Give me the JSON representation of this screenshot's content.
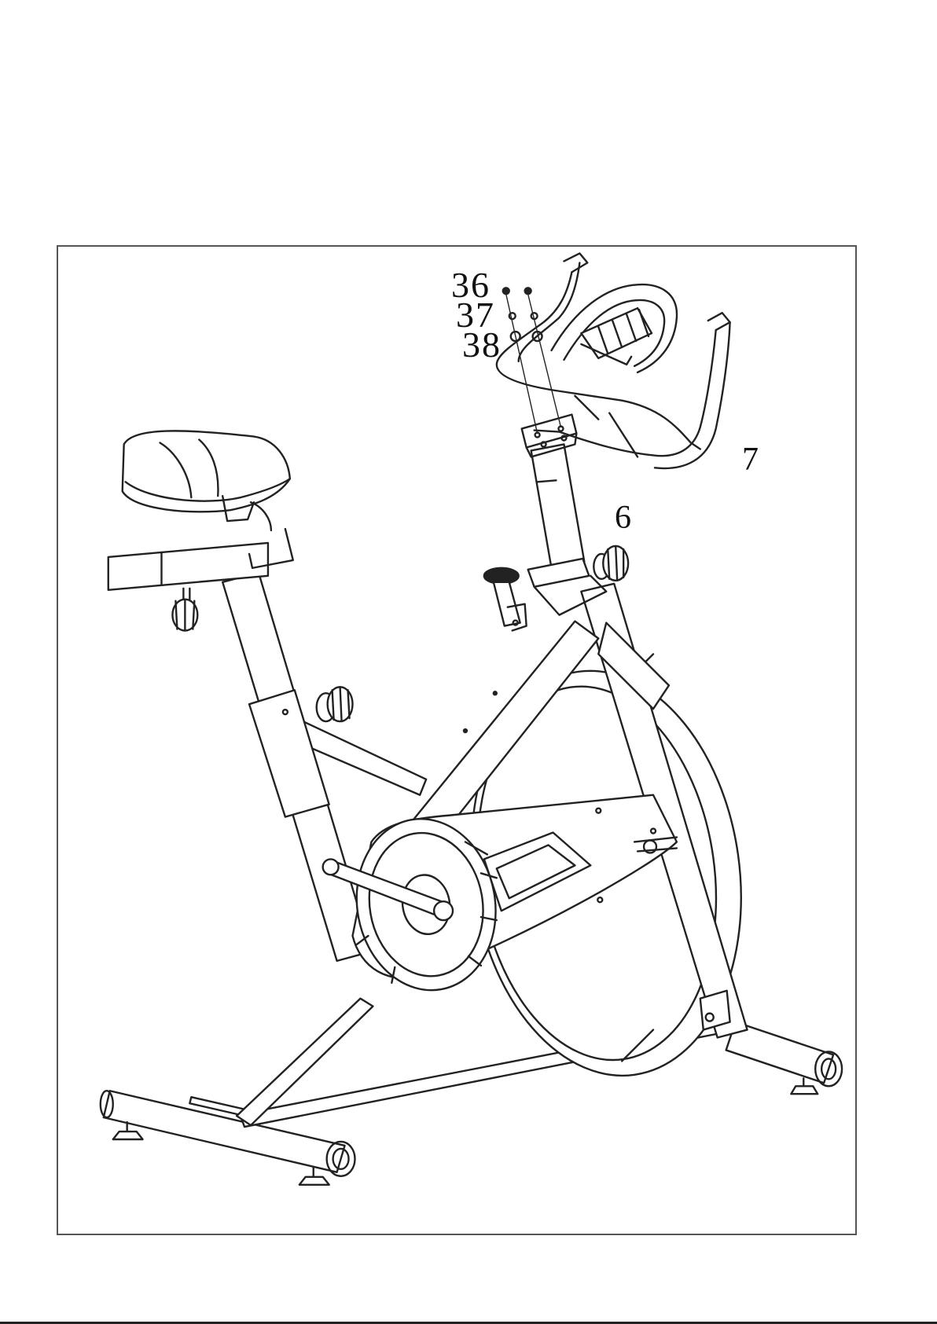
{
  "diagram": {
    "callouts": {
      "c36": "36",
      "c37": "37",
      "c38": "38",
      "c7": "7",
      "c6": "6"
    }
  },
  "colors": {
    "line": "#222222",
    "frame": "#555555",
    "background": "#ffffff"
  }
}
